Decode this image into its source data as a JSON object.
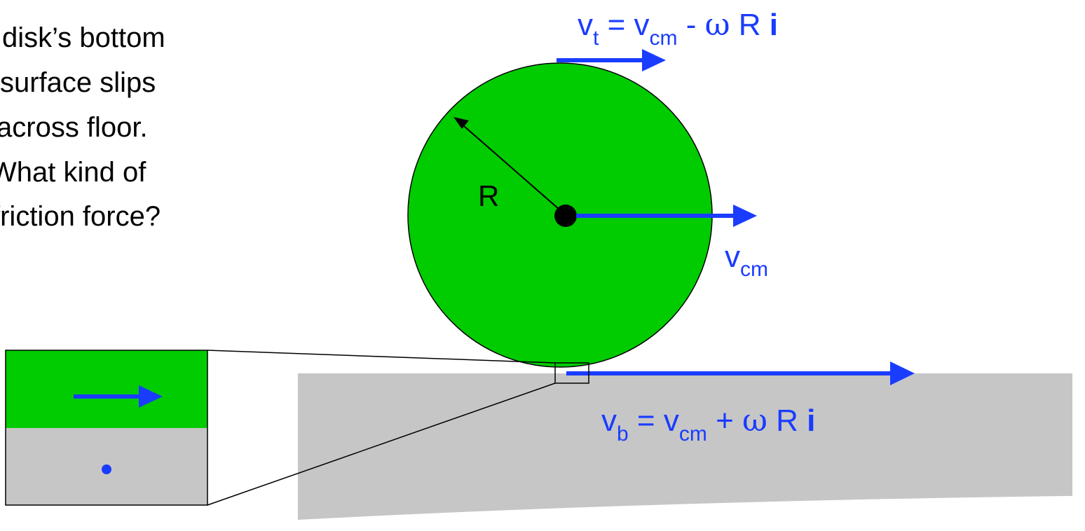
{
  "question": {
    "lines": [
      "disk’s bottom",
      "surface slips",
      "across floor.",
      "What kind of",
      "friction force?"
    ]
  },
  "labels": {
    "radius": "R",
    "top_velocity": {
      "v": "v",
      "sub": "t",
      "eq": " = ",
      "vcm_v": "v",
      "vcm_sub": "cm",
      "op": " - ",
      "omega": "ω",
      "r": " R ",
      "unit": "i"
    },
    "center_velocity": {
      "v": "v",
      "sub": "cm"
    },
    "bottom_velocity": {
      "v": "v",
      "sub": "b",
      "eq": " = ",
      "vcm_v": "v",
      "vcm_sub": "cm",
      "op": " + ",
      "omega": "ω",
      "r": " R ",
      "unit": "i"
    }
  },
  "colors": {
    "disk": "#00cc00",
    "vector": "#1a3cff",
    "floor": "#c6c6c6",
    "text": "#000000"
  }
}
